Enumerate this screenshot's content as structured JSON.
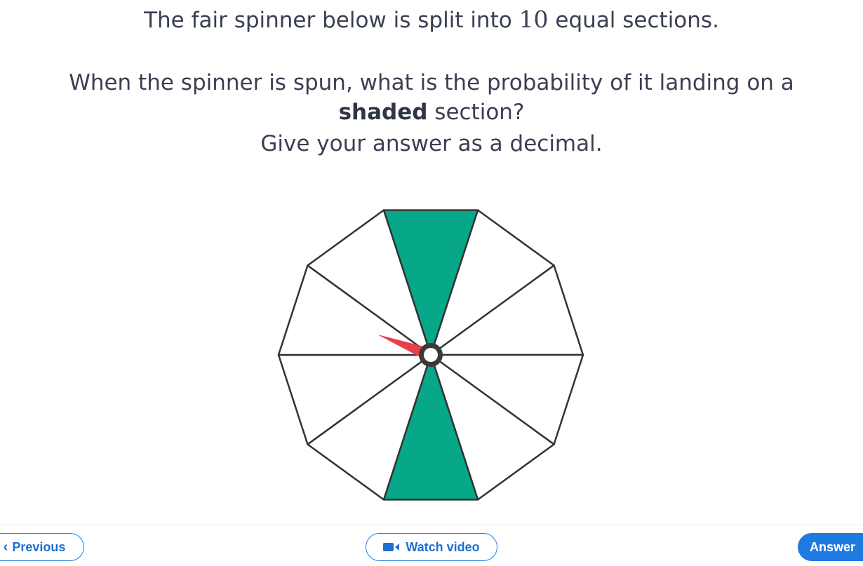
{
  "question": {
    "line1_prefix": "The fair spinner below is split into ",
    "line1_number": "10",
    "line1_suffix": " equal sections.",
    "line2": "When the spinner is spun, what is the probability of it landing on a",
    "line3_bold": "shaded",
    "line3_rest": " section?",
    "line4": "Give your answer as a decimal."
  },
  "spinner": {
    "sections": 10,
    "shaded_sections": [
      0,
      5
    ],
    "shade_color": "#06a889",
    "outline_color": "#333333",
    "pointer_color": "#e8404a"
  },
  "footer": {
    "previous_label": "Previous",
    "previous_icon": "chevron-left-icon",
    "video_label": "Watch video",
    "video_icon": "video-camera-icon",
    "answer_label": "Answer"
  },
  "colors": {
    "accent": "#1f7ae0",
    "text": "#3a3f52"
  }
}
